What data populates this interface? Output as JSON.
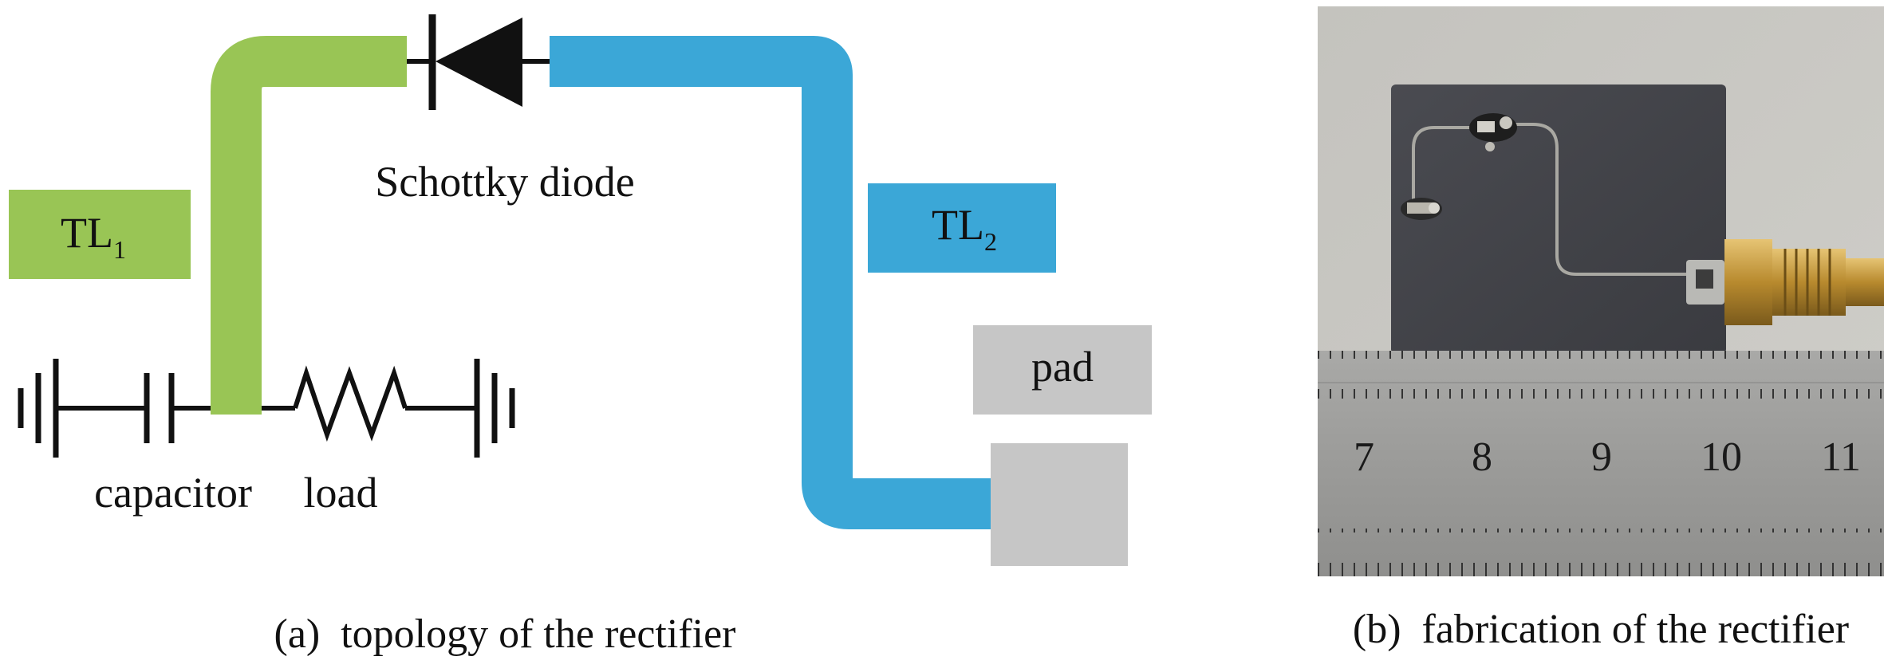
{
  "panel_a": {
    "labels": {
      "tl1": "TL",
      "tl1_sub": "1",
      "tl2": "TL",
      "tl2_sub": "2",
      "diode": "Schottky diode",
      "pad": "pad",
      "capacitor": "capacitor",
      "load": "load"
    },
    "caption": "(a)  topology of the rectifier",
    "colors": {
      "tl1": "#99c555",
      "tl2": "#3ba7d7",
      "pad": "#c6c6c6",
      "wire": "#111111"
    }
  },
  "panel_b": {
    "ruler_numbers": [
      "7",
      "8",
      "9",
      "10",
      "11"
    ],
    "caption": "(b)  fabrication of the rectifier",
    "colors": {
      "background": "#c8c7c2",
      "substrate": "#43444a",
      "ruler": "#9a9a98",
      "connector": "#c9a045"
    }
  }
}
